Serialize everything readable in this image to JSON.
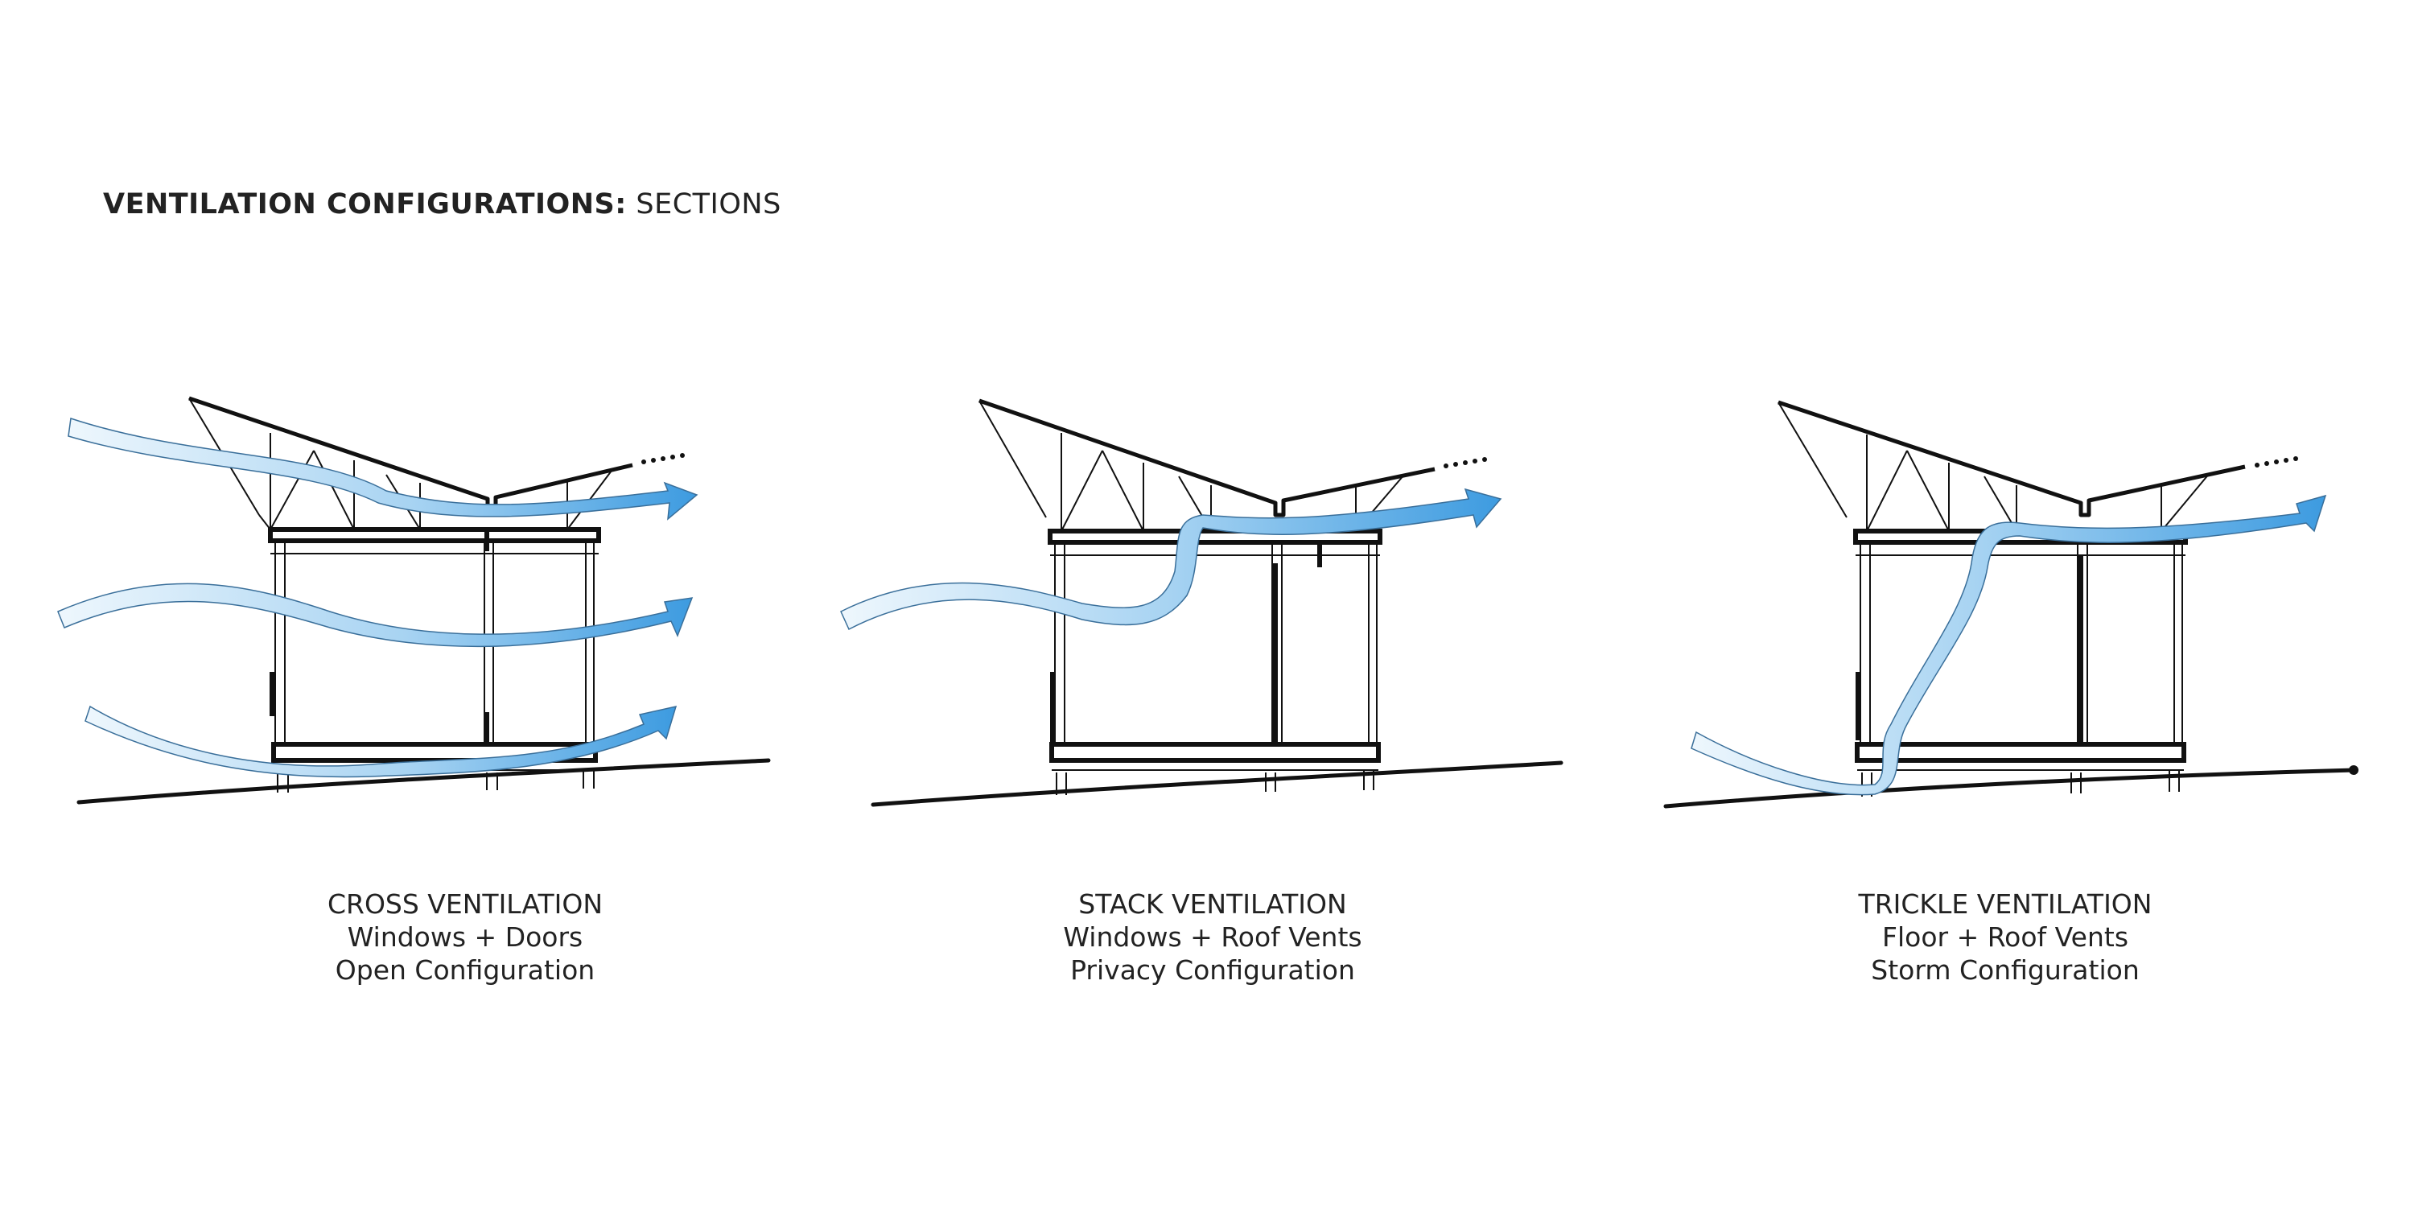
{
  "title": {
    "bold": "VENTILATION CONFIGURATIONS:",
    "light": "SECTIONS"
  },
  "colors": {
    "ink": "#111111",
    "airflow_light": "#e3f1fb",
    "airflow_mid": "#9ccdf0",
    "airflow_dark": "#3d9be0",
    "text": "#222222"
  },
  "panels": [
    {
      "name": "CROSS VENTILATION",
      "line2": "Windows + Doors",
      "line3": "Open Configuration"
    },
    {
      "name": "STACK VENTILATION",
      "line2": "Windows + Roof Vents",
      "line3": "Privacy Configuration"
    },
    {
      "name": "TRICKLE VENTILATION",
      "line2": "Floor + Roof Vents",
      "line3": "Storm Configuration"
    }
  ]
}
